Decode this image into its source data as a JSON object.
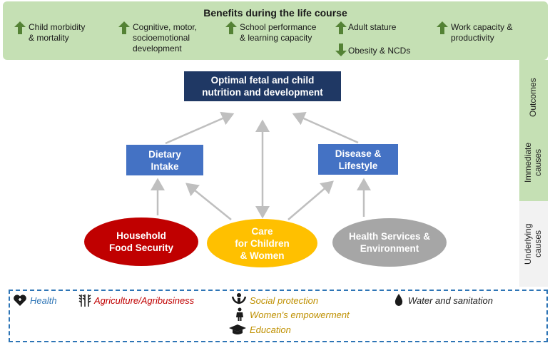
{
  "banner": {
    "title": "Benefits during the life course",
    "benefits": [
      {
        "text1": "Child morbidity",
        "text2": "& mortality",
        "direction": "up"
      },
      {
        "text1": "Cognitive, motor,",
        "text2": "socioemotional",
        "text3": "development",
        "direction": "up"
      },
      {
        "text1": "School performance",
        "text2": "& learning capacity",
        "direction": "up"
      },
      {
        "text1": "Adult stature",
        "direction": "up"
      },
      {
        "text1": "Obesity & NCDs",
        "direction": "down"
      },
      {
        "text1": "Work capacity &",
        "text2": "productivity",
        "direction": "up"
      }
    ]
  },
  "side_labels": {
    "outcomes": "Outcomes",
    "immediate": "Immediate causes",
    "underlying": "Underlying causes"
  },
  "nodes": {
    "optimal": {
      "line1": "Optimal fetal and child",
      "line2": "nutrition and development"
    },
    "dietary": {
      "line1": "Dietary",
      "line2": "Intake"
    },
    "disease": {
      "line1": "Disease &",
      "line2": "Lifestyle"
    },
    "household": {
      "line1": "Household",
      "line2": "Food Security"
    },
    "care": {
      "line1": "Care",
      "line2": "for Children",
      "line3": "& Women"
    },
    "health_services": {
      "line1": "Health Services &",
      "line2": "Environment"
    }
  },
  "legend": {
    "health": "Health",
    "agriculture": "Agriculture/Agribusiness",
    "social_protection": "Social protection",
    "womens_empowerment": "Women's empowerment",
    "education": "Education",
    "water": "Water and sanitation"
  },
  "colors": {
    "banner_green": "#c5e0b4",
    "arrow_green": "#548235",
    "dark_navy": "#1f3864",
    "box_blue": "#4472c4",
    "red": "#c00000",
    "yellow": "#ffc000",
    "gray": "#a6a6a6",
    "legend_border": "#2e75b6",
    "health_text": "#2e75b6",
    "agri_text": "#c00000",
    "social_text": "#bf9000"
  }
}
